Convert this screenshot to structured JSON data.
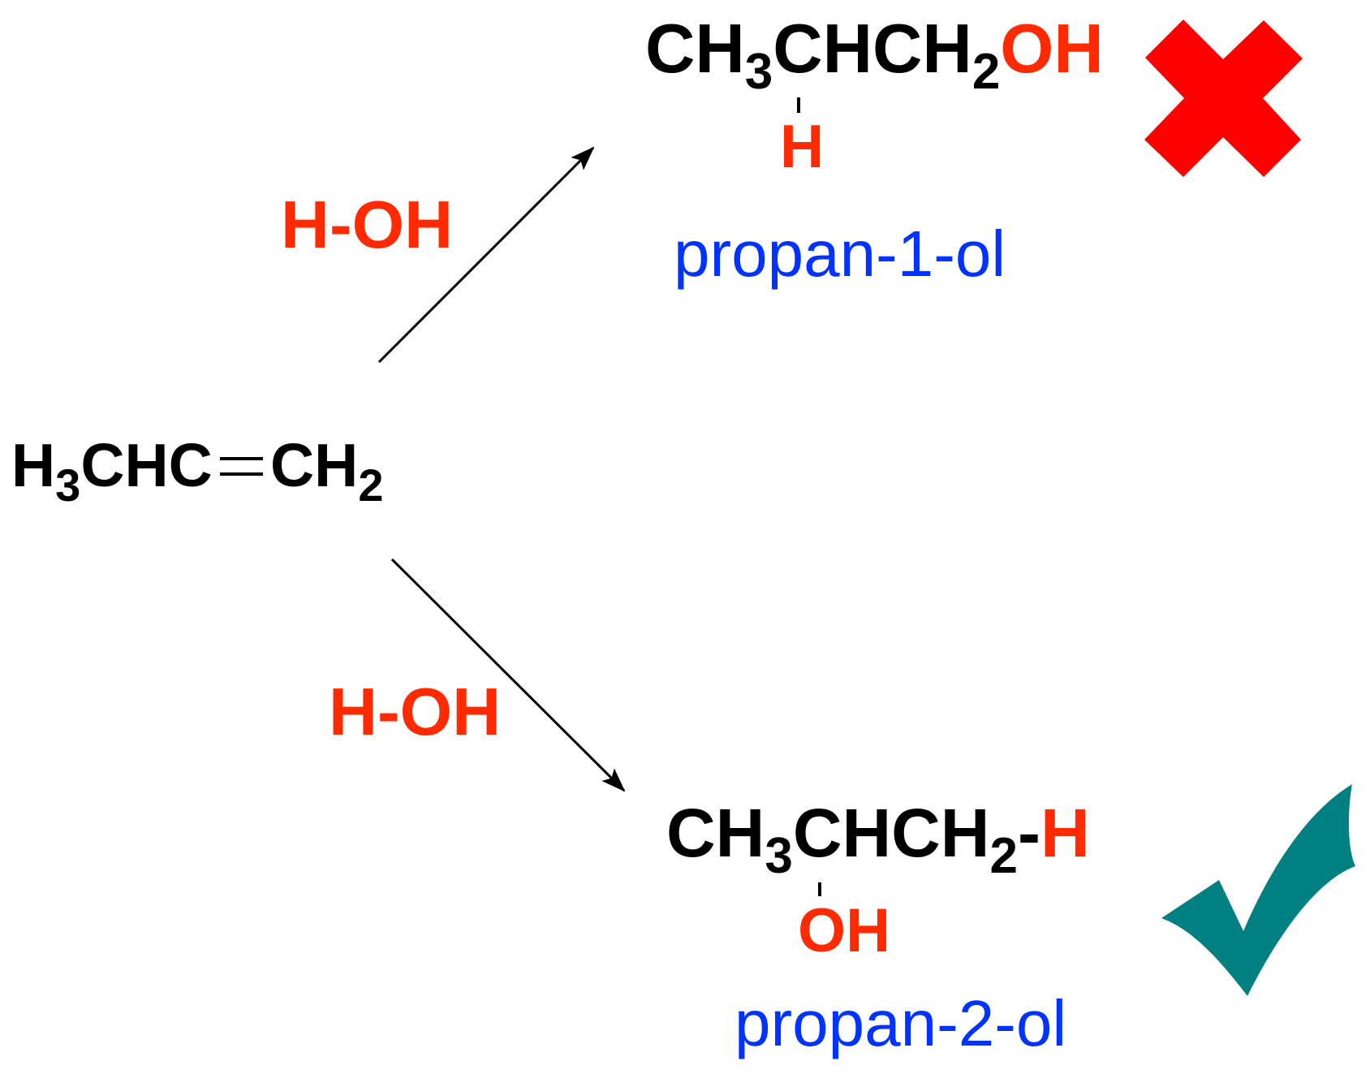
{
  "colors": {
    "formula": "#000000",
    "highlight": "#ff2a00",
    "name": "#0033ff",
    "wrong": "#ff0000",
    "right": "#008080",
    "arrow": "#000000"
  },
  "reactant": {
    "left": "H",
    "left_sub": "3",
    "mid": "CHC",
    "right": "CH",
    "right_sub": "2"
  },
  "reagents": {
    "top": "H-OH",
    "bottom": "H-OH"
  },
  "product_top": {
    "p1": "CH",
    "sub1": "3",
    "p2": "CHCH",
    "sub2": "2",
    "end": "OH",
    "branch": "H",
    "name": "propan-1-ol",
    "verdict": "wrong",
    "verdict_icon": "cross-icon"
  },
  "product_bottom": {
    "p1": "CH",
    "sub1": "3",
    "p2": "CHCH",
    "sub2": "2",
    "dash": "-",
    "end": "H",
    "branch": "OH",
    "name": "propan-2-ol",
    "verdict": "correct",
    "verdict_icon": "check-icon"
  }
}
